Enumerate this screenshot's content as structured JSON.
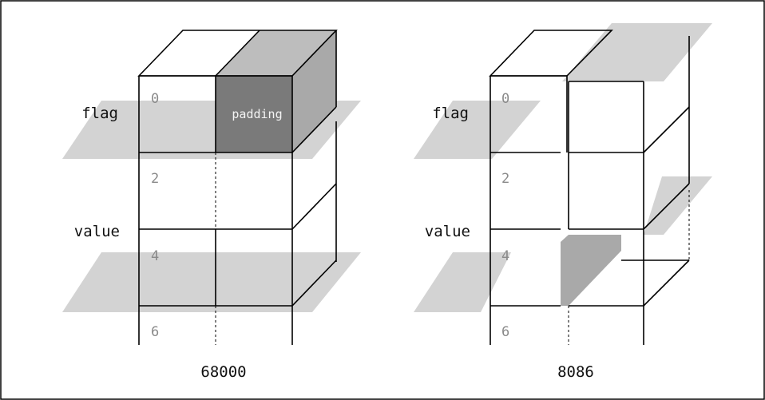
{
  "diagrams": [
    {
      "caption": "68000",
      "row_labels": [
        "flag",
        "value"
      ],
      "offsets": [
        "0",
        "2",
        "4",
        "6"
      ],
      "padding_label": "padding"
    },
    {
      "caption": "8086",
      "row_labels": [
        "flag",
        "value"
      ],
      "offsets": [
        "0",
        "2",
        "4",
        "6"
      ]
    }
  ],
  "colors": {
    "border": "#000000",
    "plane": "#d3d3d3",
    "padding_front": "#7a7a7a",
    "padding_top": "#bdbdbd",
    "padding_side": "#a9a9a9",
    "offset_text": "#8a8a8a",
    "misaligned_shade": "#a9a9a9"
  }
}
